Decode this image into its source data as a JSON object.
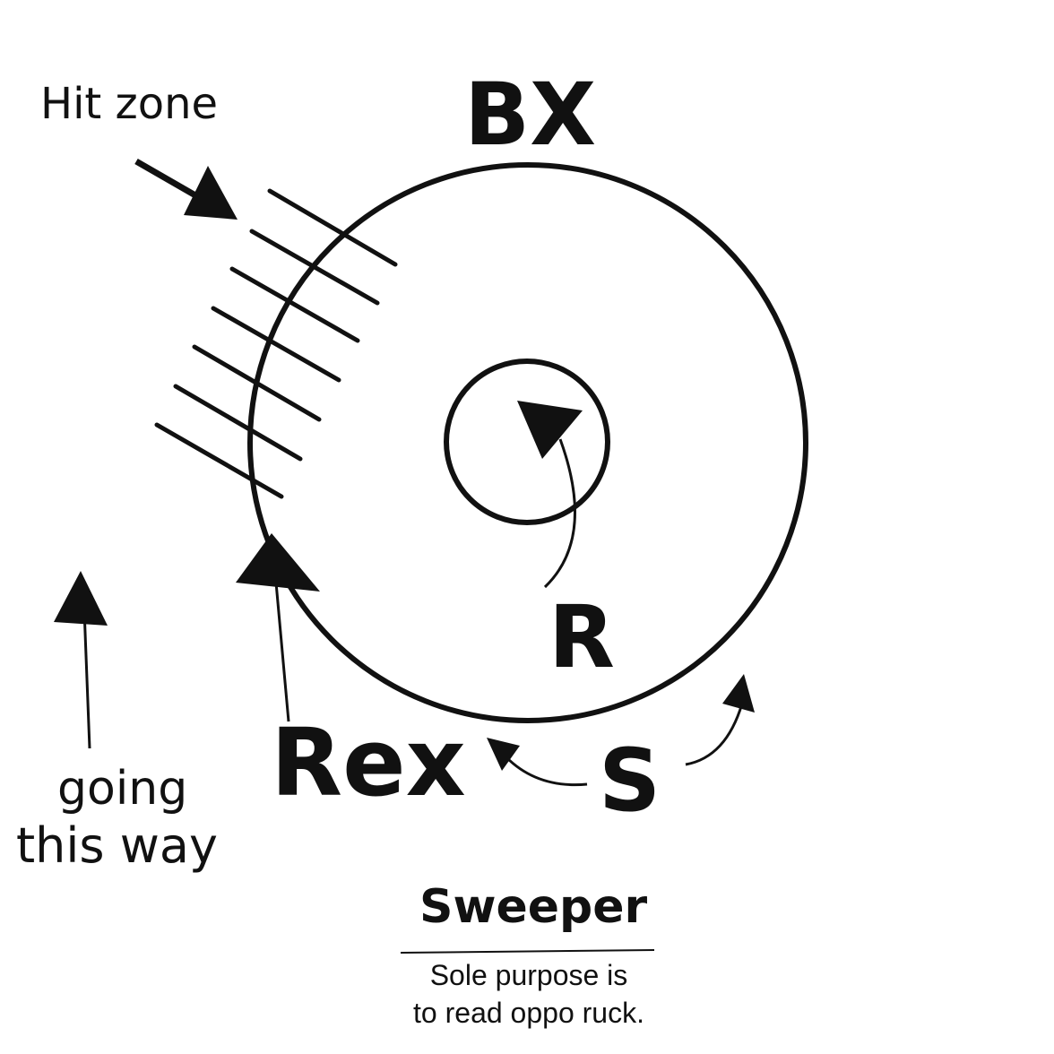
{
  "labels": {
    "hit_zone": "Hit zone",
    "bx": "BX",
    "r": "R",
    "rex": "Rex",
    "s": "S",
    "going_line1": "going",
    "going_line2": "this way",
    "sweeper_title": "Sweeper",
    "sweeper_desc_line1": "Sole purpose is",
    "sweeper_desc_line2": "to read oppo ruck."
  },
  "colors": {
    "ink": "#111111",
    "background": "#ffffff"
  }
}
